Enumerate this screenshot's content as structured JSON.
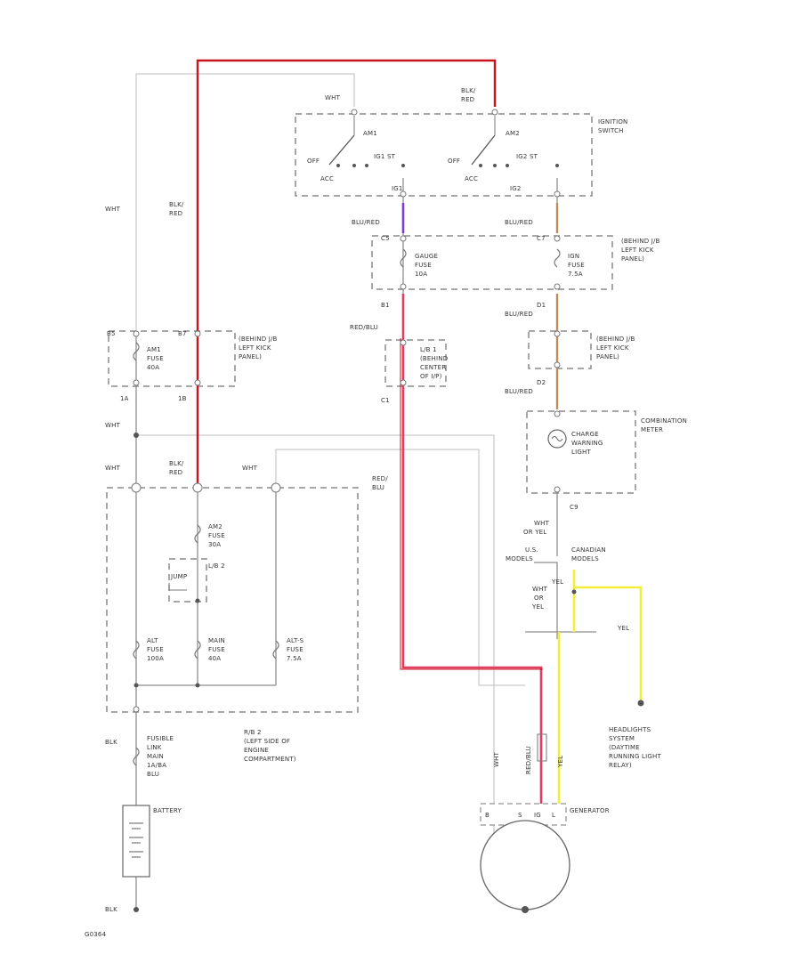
{
  "diagram": {
    "labels": {
      "wht_1": "WHT",
      "wht_2": "WHT",
      "wht_3": "WHT",
      "wht_4": "WHT",
      "wht_5": "WHT",
      "blk_red_1": "BLK/",
      "blk_red_1b": "RED",
      "blk_red_2": "BLK/",
      "blk_red_2b": "RED",
      "blk_red_3": "BLK/",
      "blk_red_3b": "RED",
      "ignition_switch_1": "IGNITION",
      "ignition_switch_2": "SWITCH",
      "am1": "AM1",
      "am2": "AM2",
      "off_1": "OFF",
      "off_2": "OFF",
      "ig1_st": "IG1 ST",
      "ig2_st": "IG2 ST",
      "acc_1": "ACC",
      "acc_2": "ACC",
      "ig1_label": "IG1",
      "ig2_label": "IG2",
      "blu_red_1": "BLU/RED",
      "blu_red_2": "BLU/RED",
      "blu_red_3": "BLU/RED",
      "blu_red_4": "BLU/RED",
      "c5": "C5",
      "c7": "C7",
      "gauge_fuse_1": "GAUGE",
      "gauge_fuse_2": "FUSE",
      "gauge_fuse_3": "10A",
      "ign_fuse_1": "IGN",
      "ign_fuse_2": "FUSE",
      "ign_fuse_3": "7.5A",
      "jb1_1": "(BEHIND J/B",
      "jb1_2": "LEFT KICK",
      "jb1_3": "PANEL)",
      "b1": "B1",
      "red_blu_1": "RED/BLU",
      "d1": "D1",
      "lb1_1": "L/B 1",
      "lb1_2": "(BEHIND",
      "lb1_3": "CENTER",
      "lb1_4": "OF I/P)",
      "c1": "C1",
      "jb2_1": "(BEHIND J/B",
      "jb2_2": "LEFT KICK",
      "jb2_3": "PANEL)",
      "d2": "D2",
      "cm_1": "COMBINATION",
      "cm_2": "METER",
      "cwl_1": "CHARGE",
      "cwl_2": "WARNING",
      "cwl_3": "LIGHT",
      "c9": "C9",
      "wht_or_yel_1": "WHT",
      "wht_or_yel_2": "OR YEL",
      "canadian_1": "CANADIAN",
      "canadian_2": "MODELS",
      "us_models_1": "U.S.",
      "us_models_2": "MODELS",
      "wht_yel_1": "WHT",
      "wht_yel_2": "OR",
      "wht_yel_3": "YEL",
      "yel_1": "YEL",
      "yel_2": "YEL",
      "headlights_1": "HEADLIGHTS",
      "headlights_2": "SYSTEM",
      "headlights_3": "(DAYTIME",
      "headlights_4": "RUNNING LIGHT",
      "headlights_5": "RELAY)",
      "am1_fuse_1": "AM1",
      "am1_fuse_2": "FUSE",
      "am1_fuse_3": "40A",
      "jb_left_1": "(BEHIND J/B",
      "jb_left_2": "LEFT KICK",
      "jb_left_3": "PANEL)",
      "b5": "B5",
      "b7": "B7",
      "a": "1A",
      "b": "1B",
      "am2_fuse_1": "AM2",
      "am2_fuse_2": "FUSE",
      "am2_fuse_3": "30A",
      "lb2": "L/B 2",
      "jump": "JUMP",
      "red_blu_2": "RED/",
      "red_blu_2b": "BLU",
      "alt_fuse_1": "ALT",
      "alt_fuse_2": "FUSE",
      "alt_fuse_3": "100A",
      "main_fuse_1": "MAIN",
      "main_fuse_2": "FUSE",
      "main_fuse_3": "40A",
      "alts_fuse_1": "ALT-S",
      "alts_fuse_2": "FUSE",
      "alts_fuse_3": "7.5A",
      "rb2_1": "R/B 2",
      "rb2_2": "(LEFT SIDE OF",
      "rb2_3": "ENGINE",
      "rb2_4": "COMPARTMENT)",
      "blk_1": "BLK",
      "fl_1": "FUSIBLE",
      "fl_2": "LINK",
      "fl_3": "MAIN",
      "fl_4": "1A/BA",
      "fl_5": "BLU",
      "battery": "BATTERY",
      "blk_2": "BLK",
      "gen_label": "GENERATOR",
      "gen_b": "B",
      "gen_s": "S",
      "gen_ig": "IG",
      "gen_l": "L",
      "wht_v": "WHT",
      "red_blu_v": "RED/BLU",
      "yel_v": "YEL",
      "code": "G0364"
    },
    "colors": {
      "red": "#c8141e",
      "pink": "#e23c62",
      "violet": "#7b3fd0",
      "tan": "#c08a5a",
      "yellow": "#f2ee3a",
      "gray": "#8e8e8e"
    }
  }
}
